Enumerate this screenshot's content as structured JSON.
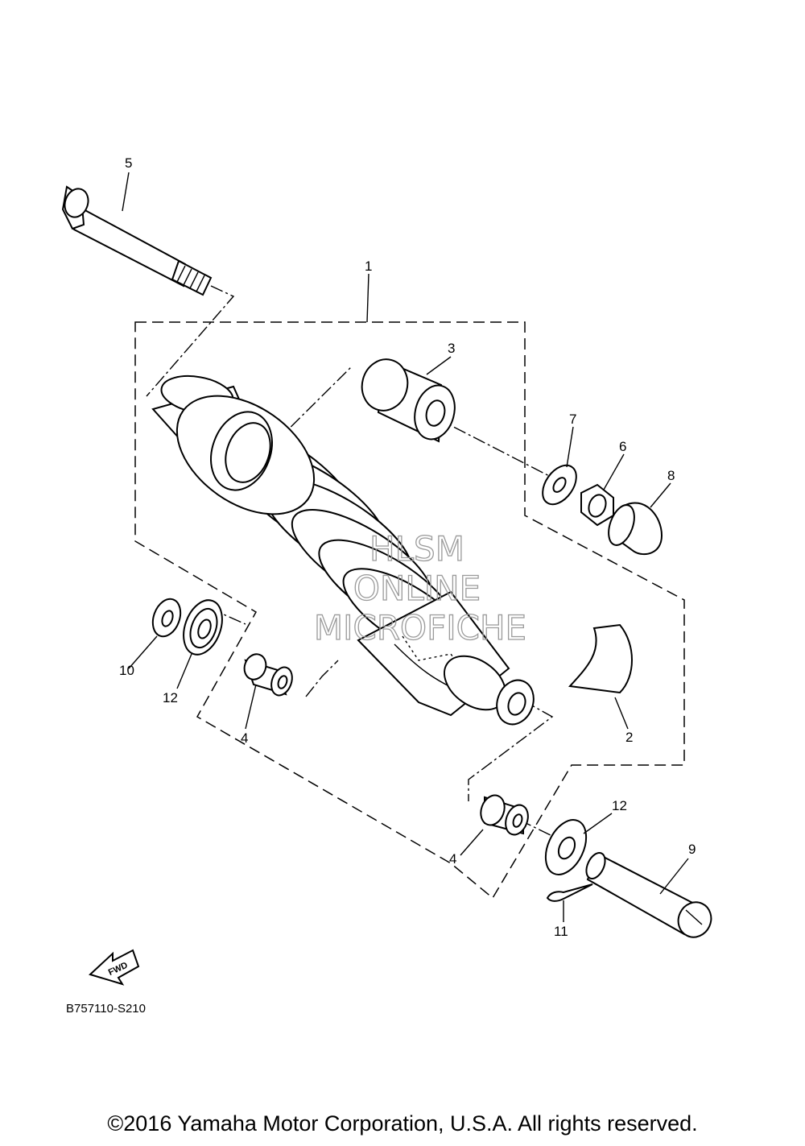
{
  "diagram": {
    "drawing_code": "B757110-S210",
    "fwd_label": "FWD",
    "watermark": [
      "HLSM",
      "ONLINE",
      "MICROFICHE"
    ],
    "callouts": {
      "c1": "1",
      "c2": "2",
      "c3": "3",
      "c4a": "4",
      "c4b": "4",
      "c5": "5",
      "c6": "6",
      "c7": "7",
      "c8": "8",
      "c9": "9",
      "c10": "10",
      "c11": "11",
      "c12a": "12",
      "c12b": "12"
    }
  },
  "footer": {
    "copyright": "©2016 Yamaha Motor Corporation, U.S.A. All rights reserved."
  }
}
